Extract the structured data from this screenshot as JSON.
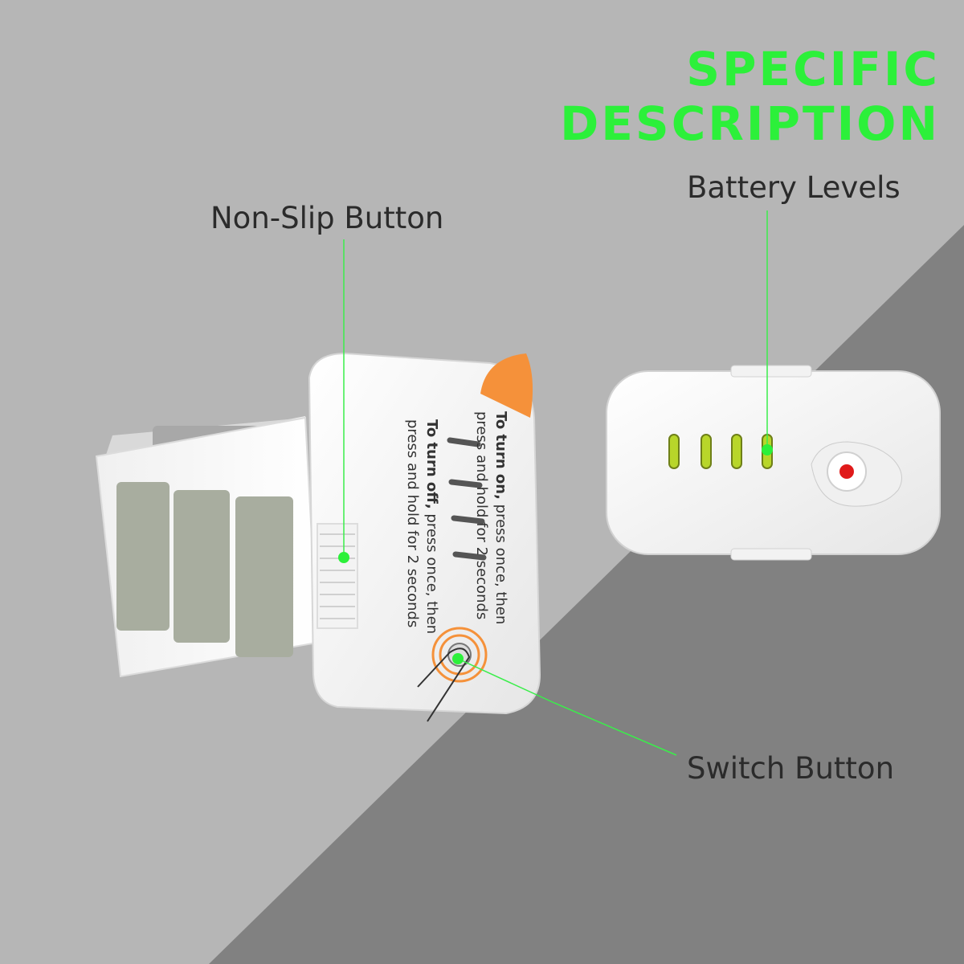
{
  "title": "SPECIFIC DESCRIPTION",
  "callouts": {
    "non_slip": "Non-Slip Button",
    "battery_levels": "Battery Levels",
    "switch": "Switch Button"
  },
  "battery_face": {
    "turn_on_bold": "To turn on,",
    "turn_on_rest": " press once, then",
    "turn_on_line2": "press and hold for 2 seconds",
    "turn_off_bold": "To turn off,",
    "turn_off_rest": " press once, then",
    "turn_off_line2": "press and hold for 2 seconds"
  },
  "colors": {
    "accent_green": "#2cf03a",
    "callout_line": "#3aee4a",
    "orange_tab": "#f5913a",
    "level_led": "#b8d62a",
    "power_led": "#e01a1a"
  }
}
